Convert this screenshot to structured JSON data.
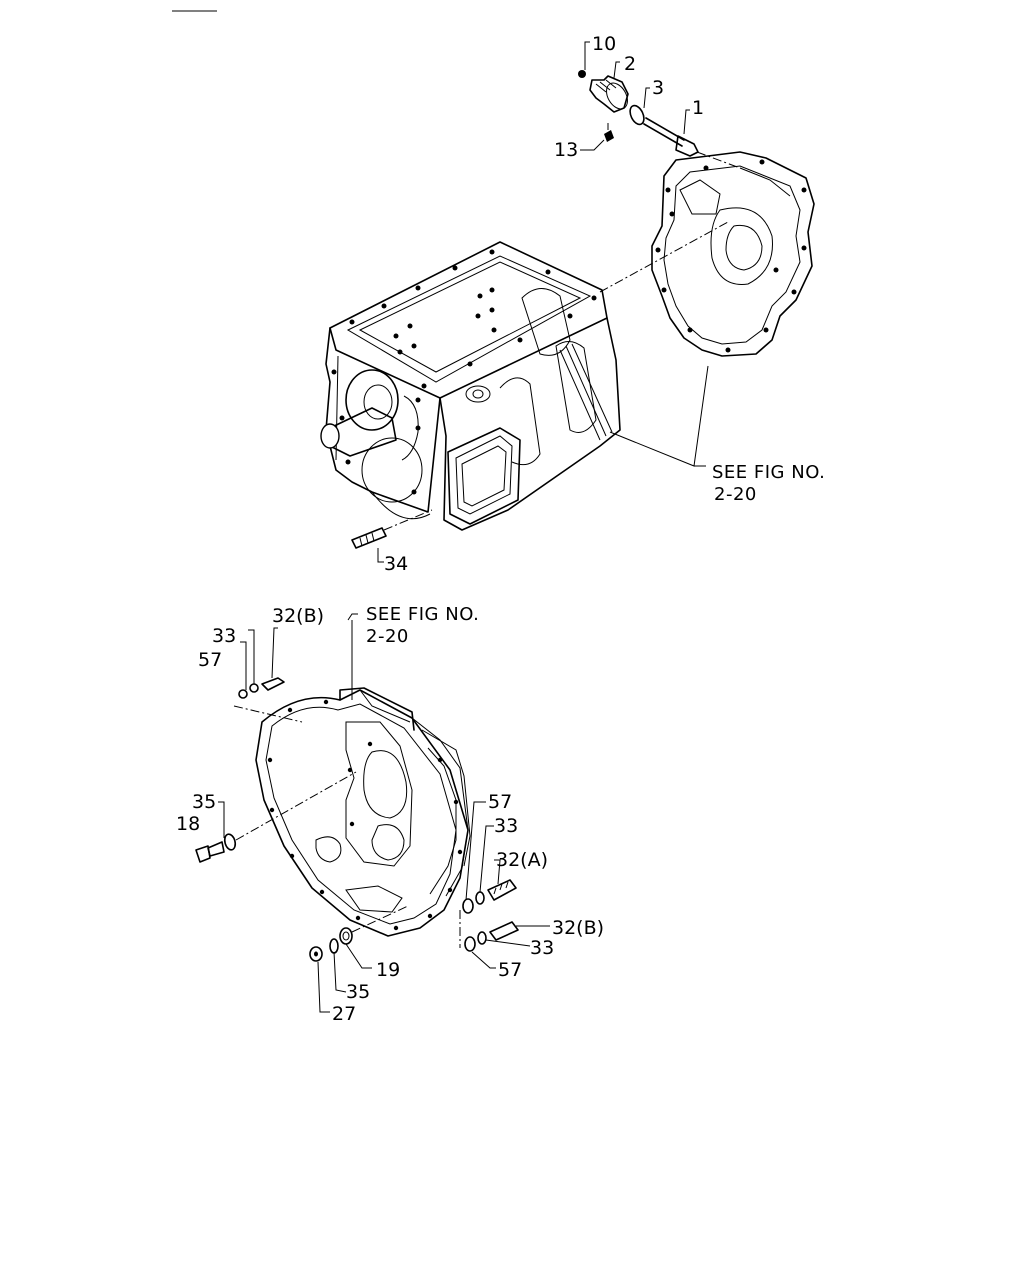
{
  "figure": {
    "top_ref": {
      "line1": "SEE FIG NO.",
      "line2": "2-20"
    },
    "bottom_ref": {
      "line1": "SEE FIG NO.",
      "line2": "2-20"
    }
  },
  "parts": {
    "p1": "1",
    "p2": "2",
    "p3": "3",
    "p10": "10",
    "p13": "13",
    "p34": "34",
    "p32b_top": "32(B)",
    "p33_top": "33",
    "p57_top": "57",
    "p35_left": "35",
    "p18": "18",
    "p57_right": "57",
    "p33_right": "33",
    "p32a": "32(A)",
    "p32b_right": "32(B)",
    "p33_low": "33",
    "p57_low": "57",
    "p19": "19",
    "p35_low": "35",
    "p27": "27"
  }
}
